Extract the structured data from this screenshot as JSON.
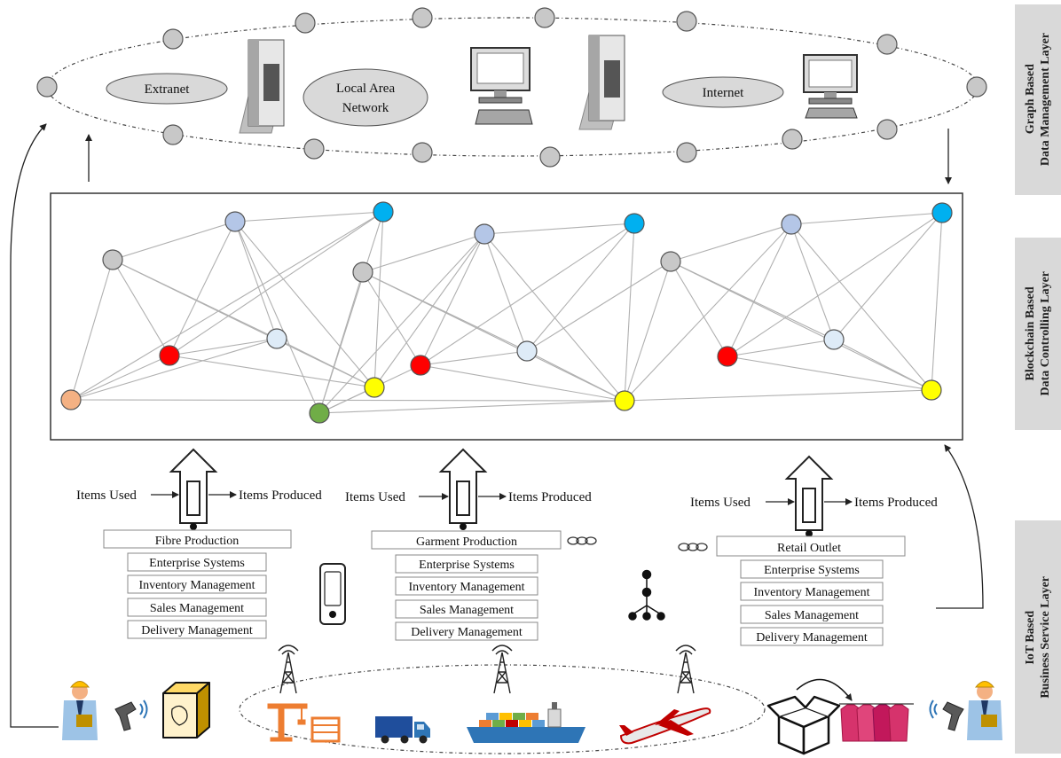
{
  "layers": {
    "graph": "Graph Based\nData Management Layer",
    "blockchain": "Blockchain Based\nData Controlling Layer",
    "iot": "IoT Based\nBusiness Service Layer"
  },
  "networks": {
    "extranet": "Extranet",
    "lan_line1": "Local Area",
    "lan_line2": "Network",
    "internet": "Internet"
  },
  "stages": [
    {
      "title": "Fibre Production",
      "input": "Items Used",
      "output": "Items Produced",
      "systems": [
        "Enterprise Systems",
        "Inventory Management",
        "Sales Management",
        "Delivery Management"
      ]
    },
    {
      "title": "Garment Production",
      "input": "Items Used",
      "output": "Items Produced",
      "systems": [
        "Enterprise Systems",
        "Inventory Management",
        "Sales Management",
        "Delivery Management"
      ]
    },
    {
      "title": "Retail Outlet",
      "input": "Items Used",
      "output": "Items Produced",
      "systems": [
        "Enterprise Systems",
        "Inventory Management",
        "Sales Management",
        "Delivery Management"
      ]
    }
  ],
  "node_colors": {
    "gray": "#c8c8c8",
    "lightblue": "#b4c6e7",
    "blue": "#00b0f0",
    "red": "#ff0000",
    "paleblue": "#deebf7",
    "yellow": "#ffff00",
    "orange": "#f4b183",
    "green": "#70ad47"
  },
  "icons": [
    "server-icon",
    "desktop-computer-icon",
    "smartphone-icon",
    "hierarchy-icon",
    "link-chain-icon",
    "cell-tower-icon",
    "worker-icon",
    "rfid-scanner-icon",
    "raw-material-box-icon",
    "factory-crane-icon",
    "truck-icon",
    "cargo-ship-icon",
    "airplane-icon",
    "open-box-icon",
    "garments-icon"
  ]
}
